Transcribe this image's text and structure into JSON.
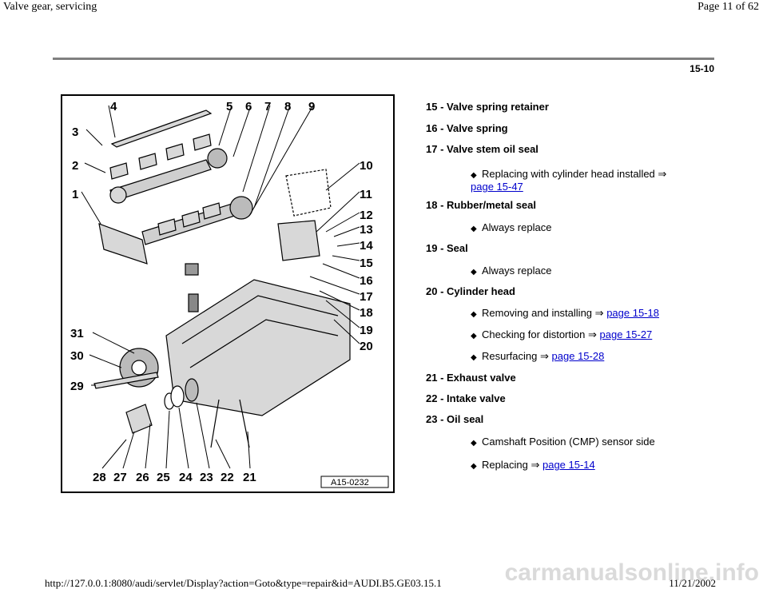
{
  "header": {
    "title": "Valve gear, servicing",
    "page_of": "Page 11 of 62",
    "page_code": "15-10"
  },
  "figure": {
    "callouts": [
      "1",
      "2",
      "3",
      "4",
      "5",
      "6",
      "7",
      "8",
      "9",
      "10",
      "11",
      "12",
      "13",
      "14",
      "15",
      "16",
      "17",
      "18",
      "19",
      "20",
      "21",
      "22",
      "23",
      "24",
      "25",
      "26",
      "27",
      "28",
      "29",
      "30",
      "31"
    ],
    "code": "A15-0232"
  },
  "legend": {
    "entries": [
      {
        "label": "15 - Valve spring retainer"
      },
      {
        "label": "16 - Valve spring"
      },
      {
        "label": "17 - Valve stem oil seal",
        "subs": [
          {
            "text": "Replacing with cylinder head installed",
            "link": "page 15-47"
          }
        ]
      },
      {
        "label": "18 - Rubber/metal seal",
        "subs": [
          {
            "text": "Always replace"
          }
        ]
      },
      {
        "label": "19 - Seal",
        "subs": [
          {
            "text": "Always replace"
          }
        ]
      },
      {
        "label": "20 - Cylinder head",
        "subs": [
          {
            "text": "Removing and installing",
            "link": "page 15-18"
          },
          {
            "text": "Checking for distortion",
            "link": "page 15-27"
          },
          {
            "text": "Resurfacing",
            "link": "page 15-28"
          }
        ]
      },
      {
        "label": "21 - Exhaust valve"
      },
      {
        "label": "22 - Intake valve"
      },
      {
        "label": "23 - Oil seal",
        "subs": [
          {
            "text": "Camshaft Position (CMP) sensor side"
          },
          {
            "text": "Replacing",
            "link": "page 15-14"
          }
        ]
      }
    ],
    "arrow_symbol": "⇒",
    "bullet_symbol": "◆"
  },
  "footer": {
    "url": "http://127.0.0.1:8080/audi/servlet/Display?action=Goto&type=repair&id=AUDI.B5.GE03.15.1",
    "date": "11/21/2002",
    "watermark": "carmanualsonline.info"
  }
}
